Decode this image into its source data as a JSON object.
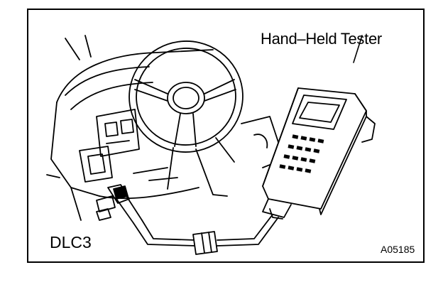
{
  "labels": {
    "tester": "Hand–Held Tester",
    "connector": "DLC3",
    "figure_code": "A05185"
  },
  "colors": {
    "ink": "#000000",
    "paper": "#ffffff"
  }
}
